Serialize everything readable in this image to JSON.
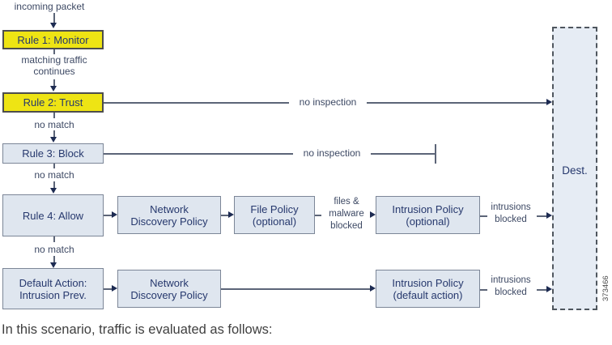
{
  "colors": {
    "highlight_yellow": "#eee414",
    "policy_box_fill": "#dfe6ef",
    "dest_box_fill": "#e6ecf4",
    "box_text_blue": "#26386d",
    "connector_gray": "#5c6578",
    "arrowhead_navy": "#1d2b52"
  },
  "diagram": {
    "incoming_packet": "incoming packet",
    "rule1": "Rule 1: Monitor",
    "matching_traffic": "matching traffic\ncontinues",
    "rule2": "Rule 2: Trust",
    "no_inspection_trust": "no inspection",
    "no_match_1": "no match",
    "rule3": "Rule 3: Block",
    "no_inspection_block": "no inspection",
    "no_match_2": "no match",
    "rule4": "Rule 4: Allow",
    "network_discovery_policy_1": "Network\nDiscovery Policy",
    "file_policy": "File Policy\n(optional)",
    "files_malware_blocked": "files &\nmalware\nblocked",
    "intrusion_policy_optional": "Intrusion Policy\n(optional)",
    "intrusions_blocked_1": "intrusions\nblocked",
    "no_match_3": "no match",
    "default_action": "Default Action:\nIntrusion Prev.",
    "network_discovery_policy_2": "Network\nDiscovery Policy",
    "intrusion_policy_default": "Intrusion Policy\n(default action)",
    "intrusions_blocked_2": "intrusions\nblocked",
    "dest": "Dest.",
    "figure_number": "373466"
  },
  "caption": "In this scenario, traffic is evaluated as follows:"
}
